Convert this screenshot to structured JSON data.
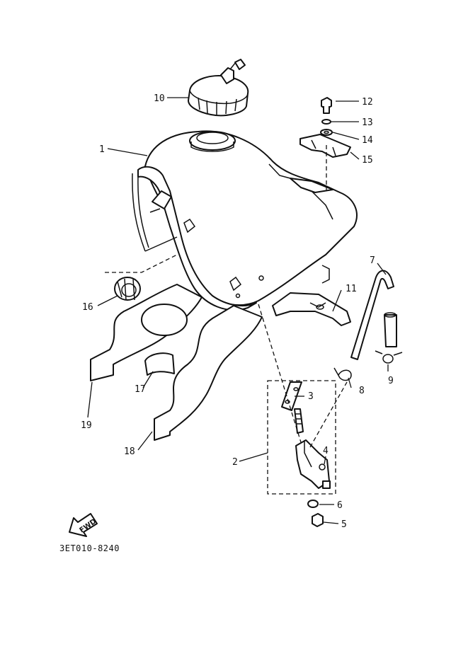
{
  "diagram": {
    "callouts": [
      {
        "id": "1",
        "label": "1"
      },
      {
        "id": "2",
        "label": "2"
      },
      {
        "id": "3",
        "label": "3"
      },
      {
        "id": "4",
        "label": "4"
      },
      {
        "id": "5",
        "label": "5"
      },
      {
        "id": "6",
        "label": "6"
      },
      {
        "id": "7",
        "label": "7"
      },
      {
        "id": "8",
        "label": "8"
      },
      {
        "id": "9",
        "label": "9"
      },
      {
        "id": "10",
        "label": "10"
      },
      {
        "id": "11",
        "label": "11"
      },
      {
        "id": "12",
        "label": "12"
      },
      {
        "id": "13",
        "label": "13"
      },
      {
        "id": "14",
        "label": "14"
      },
      {
        "id": "15",
        "label": "15"
      },
      {
        "id": "16",
        "label": "16"
      },
      {
        "id": "17",
        "label": "17"
      },
      {
        "id": "18",
        "label": "18"
      },
      {
        "id": "19",
        "label": "19"
      }
    ],
    "fwd_badge": "FWD",
    "drawing_code": "3ET010-8240"
  }
}
